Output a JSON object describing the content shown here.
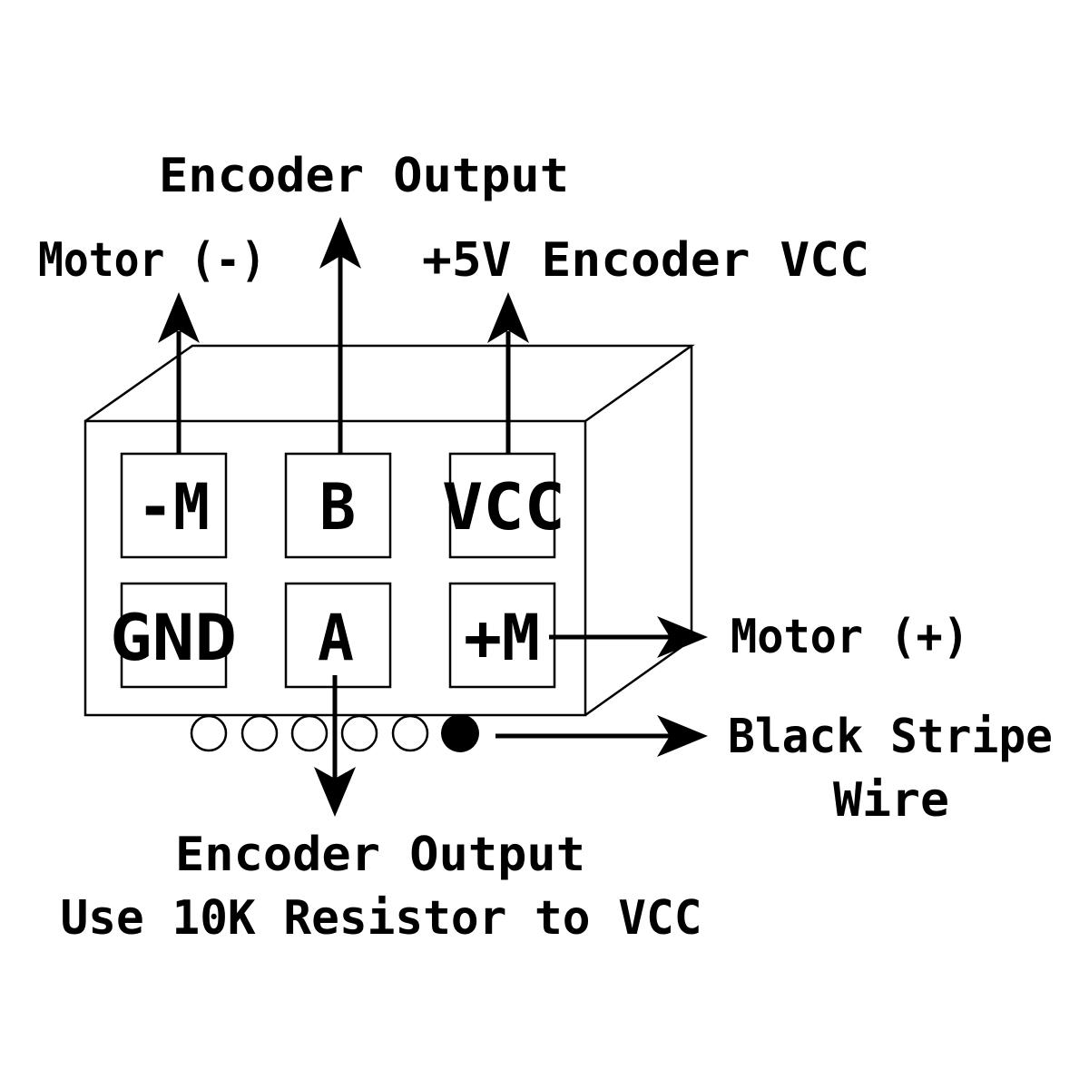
{
  "diagram": {
    "title": "Motor encoder connector pinout",
    "colors": {
      "ink": "#000000",
      "background": "#ffffff"
    },
    "pads": [
      {
        "id": "neg-motor",
        "label": "-M"
      },
      {
        "id": "b",
        "label": "B"
      },
      {
        "id": "vcc",
        "label": "VCC"
      },
      {
        "id": "gnd",
        "label": "GND"
      },
      {
        "id": "a",
        "label": "A"
      },
      {
        "id": "pos-motor",
        "label": "+M"
      }
    ],
    "wires": {
      "count": 6,
      "black_stripe_index": 6
    },
    "callouts": {
      "motor_neg": "Motor (-)",
      "encoder_b": "Encoder Output",
      "vcc": "+5V Encoder VCC",
      "motor_pos": "Motor (+)",
      "black_stripe_line1": "Black Stripe",
      "black_stripe_line2": "Wire",
      "encoder_a_line1": "Encoder Output",
      "encoder_a_line2": "Use 10K Resistor to VCC"
    }
  }
}
